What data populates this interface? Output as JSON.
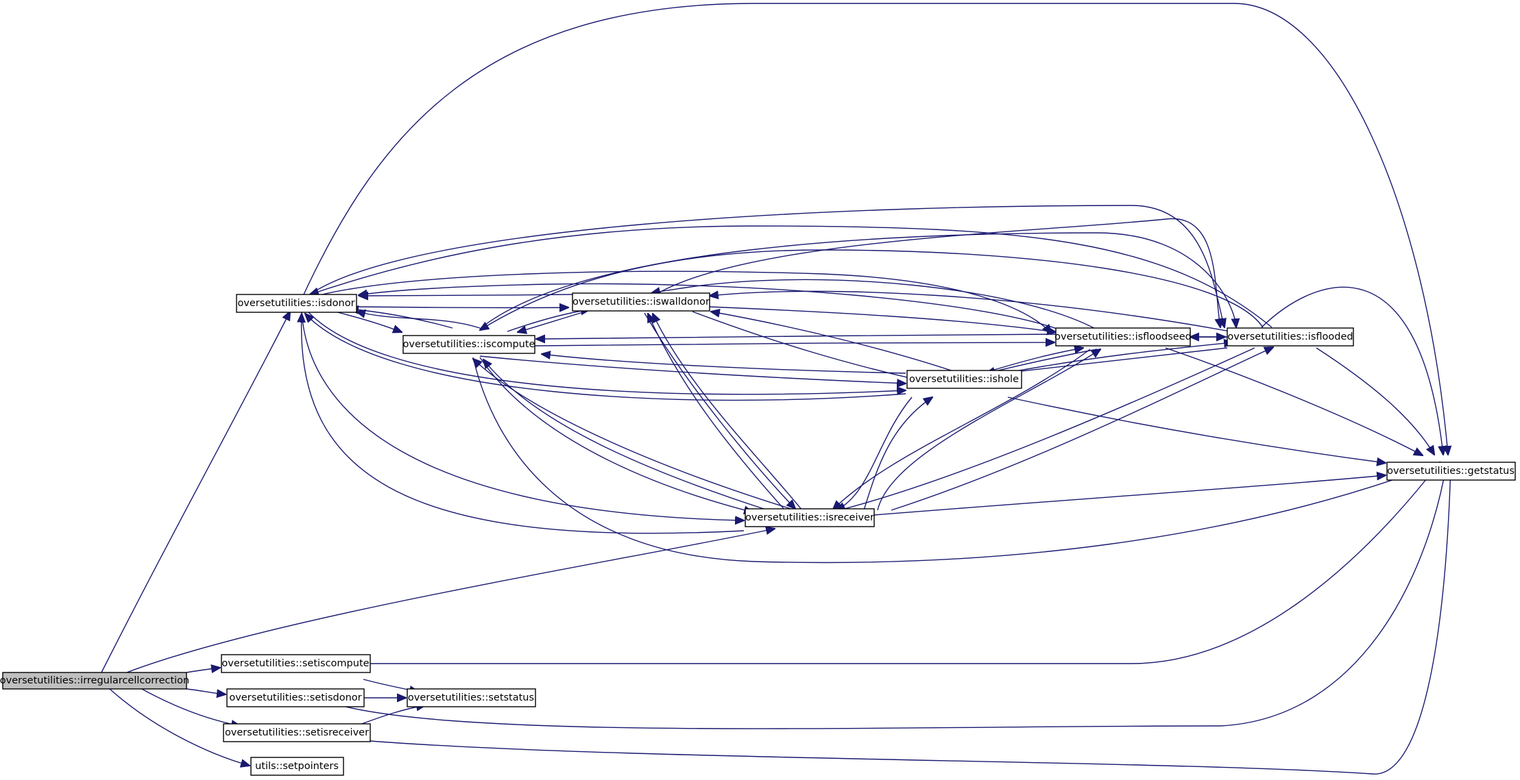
{
  "graph": {
    "nodes": {
      "irregular": "oversetutilities::irregularcellcorrection",
      "isdonor": "oversetutilities::isdonor",
      "iswalldonor": "oversetutilities::iswalldonor",
      "iscompute": "oversetutilities::iscompute",
      "isfloodseed": "oversetutilities::isfloodseed",
      "isflooded": "oversetutilities::isflooded",
      "ishole": "oversetutilities::ishole",
      "getstatus": "oversetutilities::getstatus",
      "isreceiver": "oversetutilities::isreceiver",
      "setiscompute": "oversetutilities::setiscompute",
      "setisdonor": "oversetutilities::setisdonor",
      "setstatus": "oversetutilities::setstatus",
      "setisreceiver": "oversetutilities::setisreceiver",
      "setpointers": "utils::setpointers"
    },
    "colors": {
      "edge": "#191970",
      "root_fill": "#bfbfbf",
      "node_fill": "#ffffff",
      "node_border": "#000000"
    }
  }
}
